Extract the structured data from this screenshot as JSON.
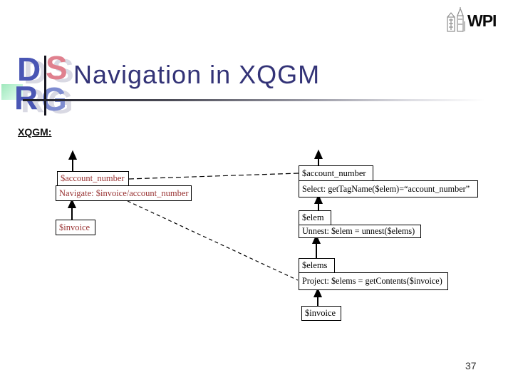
{
  "slide": {
    "title": "Navigation in XQGM",
    "section_label": "XQGM:",
    "page_number": "37"
  },
  "branding": {
    "wpi_logo_text": "WPI",
    "wpi_tower_icon": "tower-icon",
    "dsrg_letters": {
      "d": "D",
      "s": "S",
      "r": "R",
      "g": "G"
    }
  },
  "colors": {
    "title_text": "#333377",
    "left_plan_text": "#993333",
    "right_plan_text": "#000000",
    "box_border": "#000000",
    "connector": "#000000"
  },
  "diagram": {
    "left_plan": {
      "output_var": "$account_number",
      "operator": "Navigate: $invoice/account_number",
      "input_var": "$invoice"
    },
    "right_plan": {
      "var1": "$account_number",
      "op1": "Select: getTagName($elem)=“account_number”",
      "var2": "$elem",
      "op2": "Unnest: $elem = unnest($elems)",
      "var3": "$elems",
      "op3": "Project: $elems = getContents($invoice)",
      "input_var": "$invoice"
    }
  }
}
